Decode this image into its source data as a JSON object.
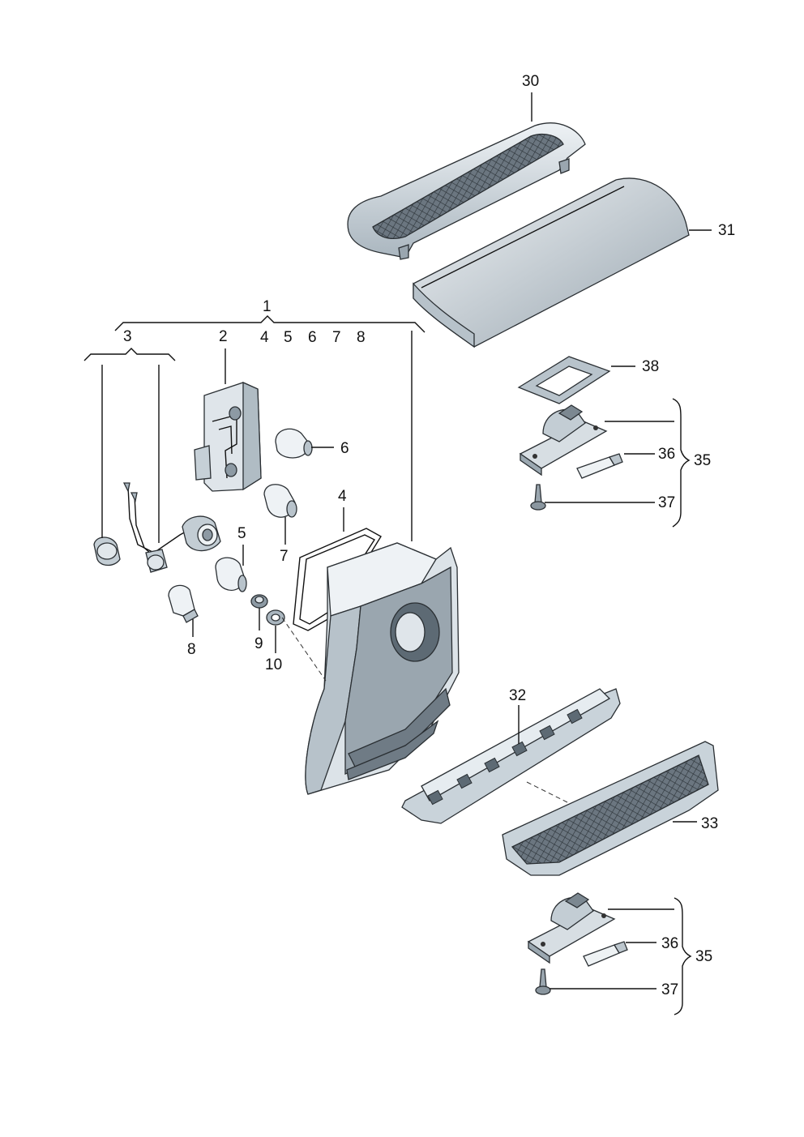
{
  "callouts": {
    "c1": "1",
    "c2": "2",
    "c3": "3",
    "c4a": "4",
    "c5a": "5",
    "c6a": "6",
    "c7a": "7",
    "c8a": "8",
    "c4": "4",
    "c5": "5",
    "c6": "6",
    "c7": "7",
    "c8": "8",
    "c9": "9",
    "c10": "10",
    "c30": "30",
    "c31": "31",
    "c32": "32",
    "c33": "33",
    "c35a": "35",
    "c36a": "36",
    "c37a": "37",
    "c38": "38",
    "c35b": "35",
    "c36b": "36",
    "c37b": "37"
  }
}
